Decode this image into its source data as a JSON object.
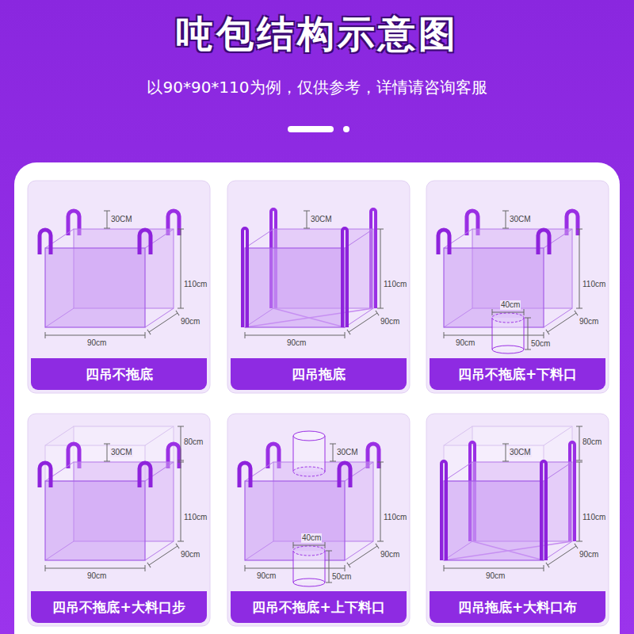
{
  "diagram": {
    "title": "吨包结构示意图",
    "nodes": [
      {
        "text": [
          "四吊不拖底"
        ]
      },
      {
        "text": [
          "四吊拖底"
        ]
      },
      {
        "text": [
          "四吊不拖底+下料口"
        ]
      },
      {
        "text": [
          "四吊不拖底+大料口步"
        ]
      },
      {
        "text": [
          "四吊不拖底+上下料口"
        ]
      },
      {
        "text": [
          "四吊拖底+大料口布"
        ]
      }
    ],
    "labels": [
      "以90*90*110为例，仅供参考，详情请咨询客服",
      "30CM",
      "110cm",
      "90cm",
      "90cm",
      "30CM",
      "110cm",
      "90cm",
      "90cm",
      "30CM",
      "110cm",
      "40cm",
      "90cm",
      "90cm",
      "50cm",
      "80cm",
      "30CM",
      "110cm",
      "90cm",
      "90cm",
      "30CM",
      "110cm",
      "40cm",
      "90cm",
      "90cm",
      "50cm",
      "80cm",
      "30CM",
      "110cm",
      "90cm",
      "90cm"
    ]
  }
}
